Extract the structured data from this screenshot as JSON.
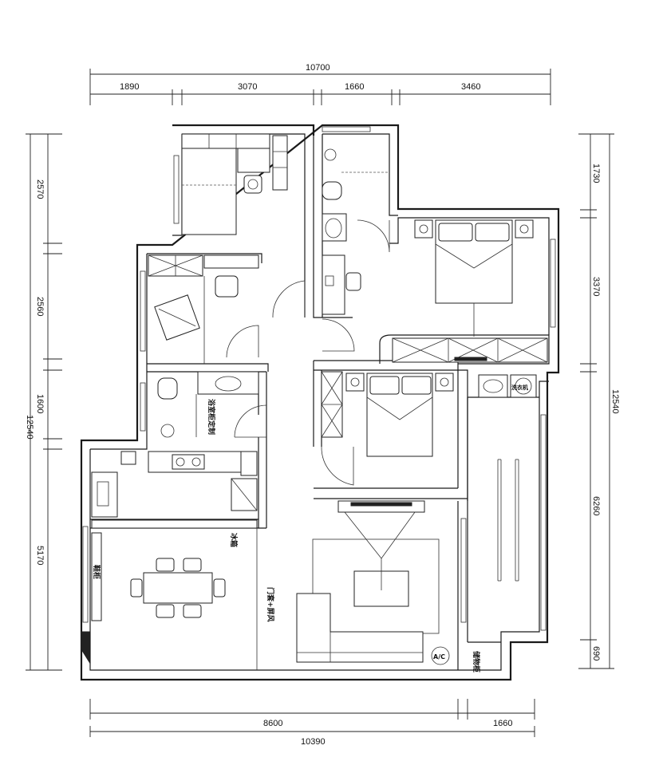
{
  "dimensions": {
    "top_total": "10700",
    "top_segments": [
      "1890",
      "3070",
      "1660",
      "3460"
    ],
    "left_total": "12540",
    "left_segments": [
      "2570",
      "2560",
      "1600",
      "5170"
    ],
    "right_total": "12540",
    "right_segments": [
      "1730",
      "3370",
      "6260",
      "690"
    ],
    "bottom_segments": [
      "8600",
      "1660"
    ],
    "bottom_total": "10390"
  },
  "labels": {
    "bathroom_cabinet": "浴室柜定制",
    "shoe_cabinet": "鞋柜",
    "fridge": "冰箱",
    "entry": "门套+屏风",
    "ac": "A/C",
    "washer": "洗衣机",
    "storage": "储物柜"
  }
}
